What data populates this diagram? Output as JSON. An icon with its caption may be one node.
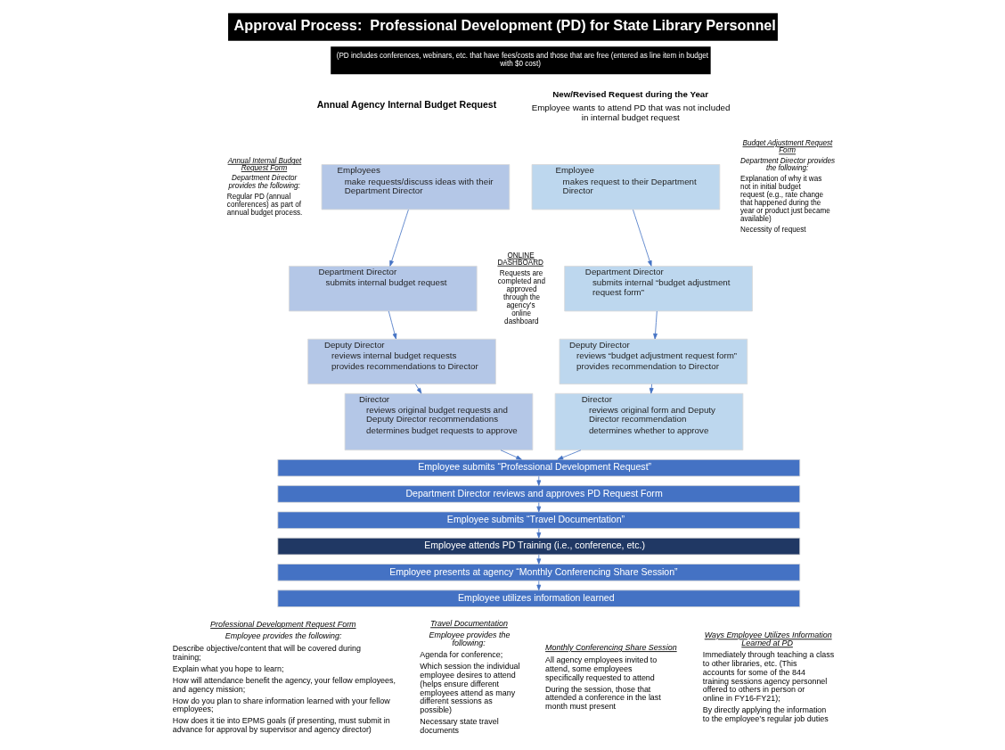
{
  "diagram": {
    "title": "Approval Process:  Professional Development (PD) for State Library Personnel",
    "nodes": [
      {
        "text": [
          "Employees",
          "make requests/discuss ideas with their Department Director"
        ]
      },
      {
        "text": [
          "Department Director",
          "submits internal budget request"
        ]
      },
      {
        "text": [
          "Deputy Director",
          "reviews internal budget requests",
          "provides recommendations to Director"
        ]
      },
      {
        "text": [
          "Director",
          "reviews original budget requests and Deputy Director recommendations",
          "determines budget requests to approve"
        ]
      },
      {
        "text": [
          "Employee",
          "makes request to their Department Director"
        ]
      },
      {
        "text": [
          "Department Director",
          "submits internal “budget adjustment request form”"
        ]
      },
      {
        "text": [
          "Deputy Director",
          "reviews “budget adjustment request form”",
          "provides recommendation to Director"
        ]
      },
      {
        "text": [
          "Director",
          "reviews original form and Deputy Director recommendation",
          "determines whether to approve"
        ]
      },
      {
        "text": [
          "Employee submits “Professional Development Request”"
        ]
      },
      {
        "text": [
          "Department Director reviews and approves PD Request Form"
        ]
      },
      {
        "text": [
          "Employee submits “Travel Documentation”"
        ]
      },
      {
        "text": [
          "Employee attends PD Training (i.e., conference, etc.)"
        ]
      },
      {
        "text": [
          "Employee presents at agency “Monthly Conferencing Share Session”"
        ]
      },
      {
        "text": [
          "Employee utilizes information learned"
        ]
      }
    ],
    "edges": [
      {
        "from": 0,
        "to": 1,
        "arrow": "to"
      },
      {
        "from": 1,
        "to": 2,
        "arrow": "to"
      },
      {
        "from": 2,
        "to": 3,
        "arrow": "to"
      },
      {
        "from": 4,
        "to": 5,
        "arrow": "to"
      },
      {
        "from": 5,
        "to": 6,
        "arrow": "to"
      },
      {
        "from": 6,
        "to": 7,
        "arrow": "to"
      },
      {
        "from": 3,
        "to": 8,
        "arrow": "to"
      },
      {
        "from": 7,
        "to": 8,
        "arrow": "to"
      },
      {
        "from": 8,
        "to": 9,
        "arrow": "to"
      },
      {
        "from": 9,
        "to": 10,
        "arrow": "to"
      },
      {
        "from": 10,
        "to": 11,
        "arrow": "to"
      },
      {
        "from": 11,
        "to": 12,
        "arrow": "to"
      },
      {
        "from": 12,
        "to": 13,
        "arrow": "to"
      }
    ],
    "labels": [
      "(PD includes conferences, webinars, etc. that have fees/costs and those that are free (entered as line item in budget with $0 cost)",
      "Annual Agency Internal Budget Request",
      "New/Revised Request during the Year",
      "Employee wants to attend PD that was not included in internal budget request",
      "Annual Internal Budget Request Form",
      "Department Director provides the following:",
      "Regular PD (annual conferences) as part of annual budget process.",
      "Budget Adjustment Request Form",
      "Department Director provides the following:",
      "Explanation of why it was not in initial budget request (e.g., rate change that happened during the year or product just became available)",
      "Necessity of request",
      "ONLINE DASHBOARD",
      "Requests are completed and approved through the agency’s online dashboard",
      "Professional Development Request Form",
      "Employee provides the following:",
      "Describe objective/content that will be covered during training;",
      "Explain what you hope to learn;",
      "How will attendance benefit the agency, your fellow employees, and agency mission;",
      "How do you plan to share information learned with your fellow employees;",
      "How does it tie into EPMS goals (if presenting, must submit in advance for approval by supervisor and agency director)",
      "Travel Documentation",
      "Employee provides the following:",
      "Agenda for conference;",
      "Which session the individual employee desires to attend (helps ensure different employees attend as many different sessions as possible)",
      "Necessary state travel documents",
      "Monthly Conferencing Share Session",
      "All agency employees invited to attend, some employees specifically requested to attend",
      "During the session, those that attended a conference in the last month must present",
      "Ways Employee Utilizes Information Learned at PD",
      "Immediately through teaching a class to other libraries, etc. (This accounts for some of the 844 training sessions agency personnel offered to others in person or online in FY16-FY21);",
      "By directly applying the information to the employee’s regular job duties"
    ]
  }
}
